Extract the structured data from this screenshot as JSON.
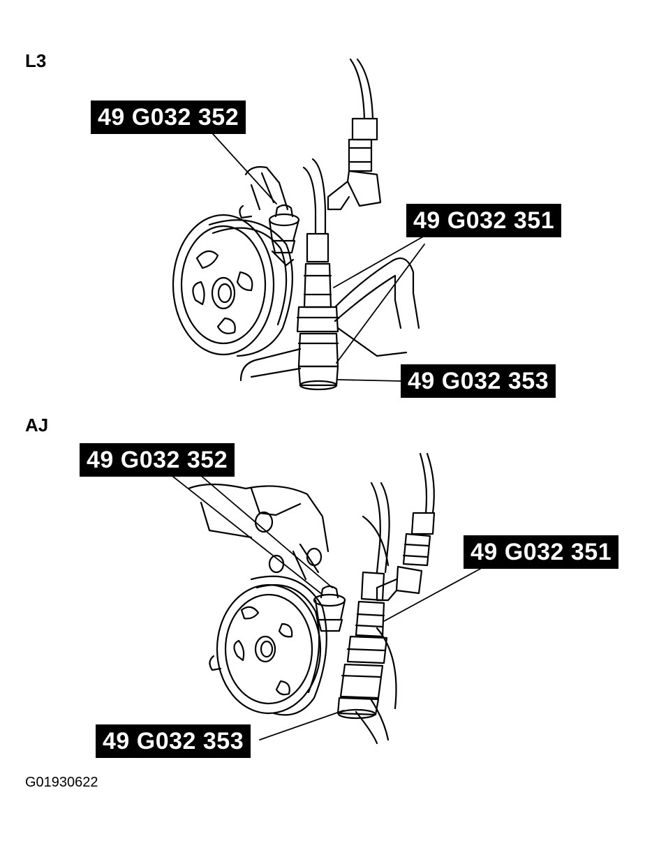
{
  "figure_id": "G01930622",
  "sections": [
    {
      "id": "l3",
      "title": "L3",
      "callouts": {
        "352": "49 G032 352",
        "351": "49 G032 351",
        "353": "49 G032 353"
      }
    },
    {
      "id": "aj",
      "title": "AJ",
      "callouts": {
        "352": "49 G032 352",
        "351": "49 G032 351",
        "353": "49 G032 353"
      }
    }
  ],
  "colors": {
    "ink": "#000000",
    "paper": "#ffffff"
  }
}
